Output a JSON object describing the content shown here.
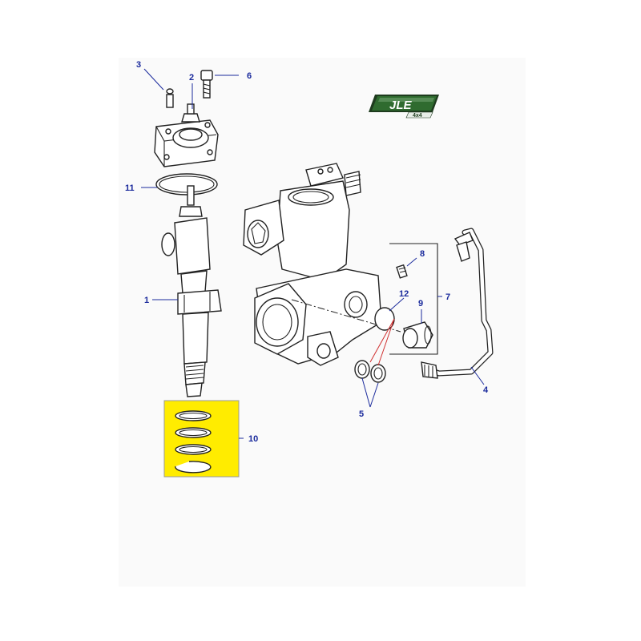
{
  "brand": {
    "logo_text": "JLE",
    "logo_sub": "4x4",
    "logo_green": "#2f6b2f",
    "logo_dark": "#1e3b1e"
  },
  "colors": {
    "callout": "#1a2a9c",
    "highlight": "#ffec00",
    "accent_red": "#d03030"
  },
  "callouts": {
    "c1": "1",
    "c2": "2",
    "c3": "3",
    "c4": "4",
    "c5": "5",
    "c6": "6",
    "c7": "7",
    "c8": "8",
    "c9": "9",
    "c10": "10",
    "c11": "11",
    "c12": "12"
  },
  "icons": {
    "logo": "jle-4x4-logo-icon",
    "highlight_box": "seal-kit-highlight-box"
  }
}
